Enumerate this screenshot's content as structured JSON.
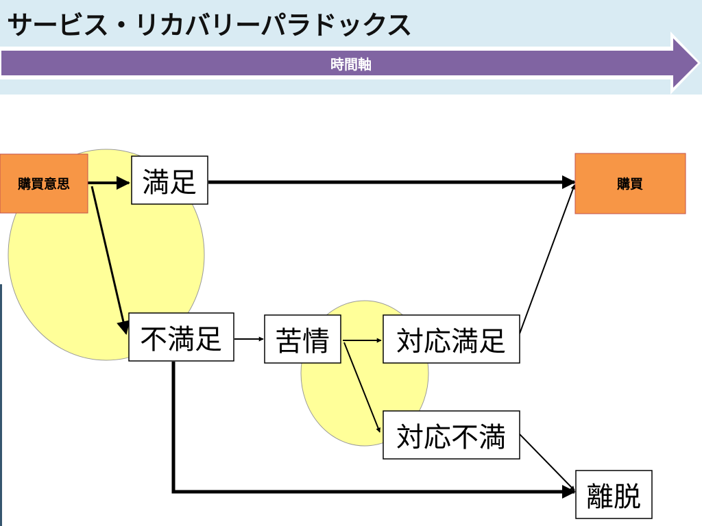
{
  "title": "サービス・リカバリーパラドックス",
  "timeline": {
    "label": "時間軸"
  },
  "nodes": {
    "purchase_intent": "購買意思",
    "satisfaction": "満足",
    "dissatisfaction": "不満足",
    "complaint": "苦情",
    "response_satisfied": "対応満足",
    "response_dissatisfied": "対応不満",
    "purchase": "購買",
    "churn": "離脱"
  },
  "colors": {
    "header_band": "#d9ebf3",
    "timeline_arrow": "#8064a2",
    "orange_box": "#f79646",
    "highlight_circle": "#ffff99"
  }
}
